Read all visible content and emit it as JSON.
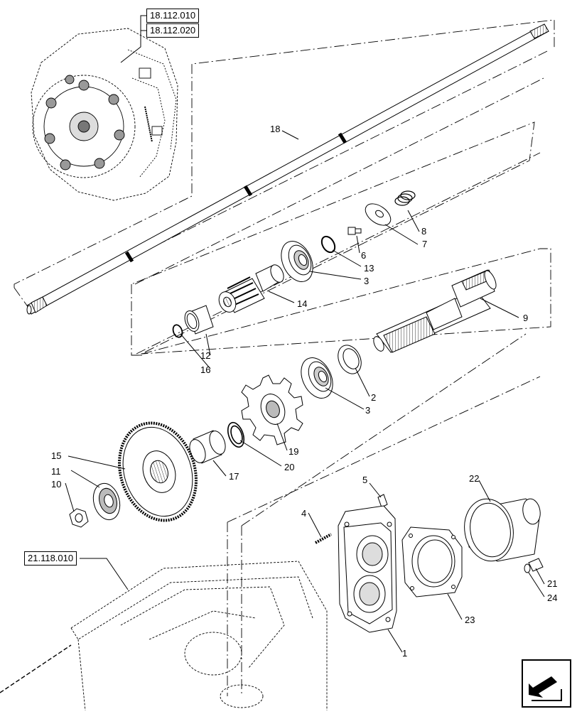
{
  "references": {
    "top_ref_1": "18.112.010",
    "top_ref_2": "18.112.020",
    "bottom_ref": "21.118.010"
  },
  "callouts": {
    "c1": "1",
    "c2": "2",
    "c3a": "3",
    "c3b": "3",
    "c4": "4",
    "c5": "5",
    "c6": "6",
    "c7": "7",
    "c8": "8",
    "c9": "9",
    "c10": "10",
    "c11": "11",
    "c12": "12",
    "c13": "13",
    "c14": "14",
    "c15": "15",
    "c16": "16",
    "c17": "17",
    "c18": "18",
    "c19": "19",
    "c20": "20",
    "c21": "21",
    "c22": "22",
    "c23": "23",
    "c24": "24"
  },
  "icons": {
    "navigation": "previous-page-arrow-icon"
  }
}
